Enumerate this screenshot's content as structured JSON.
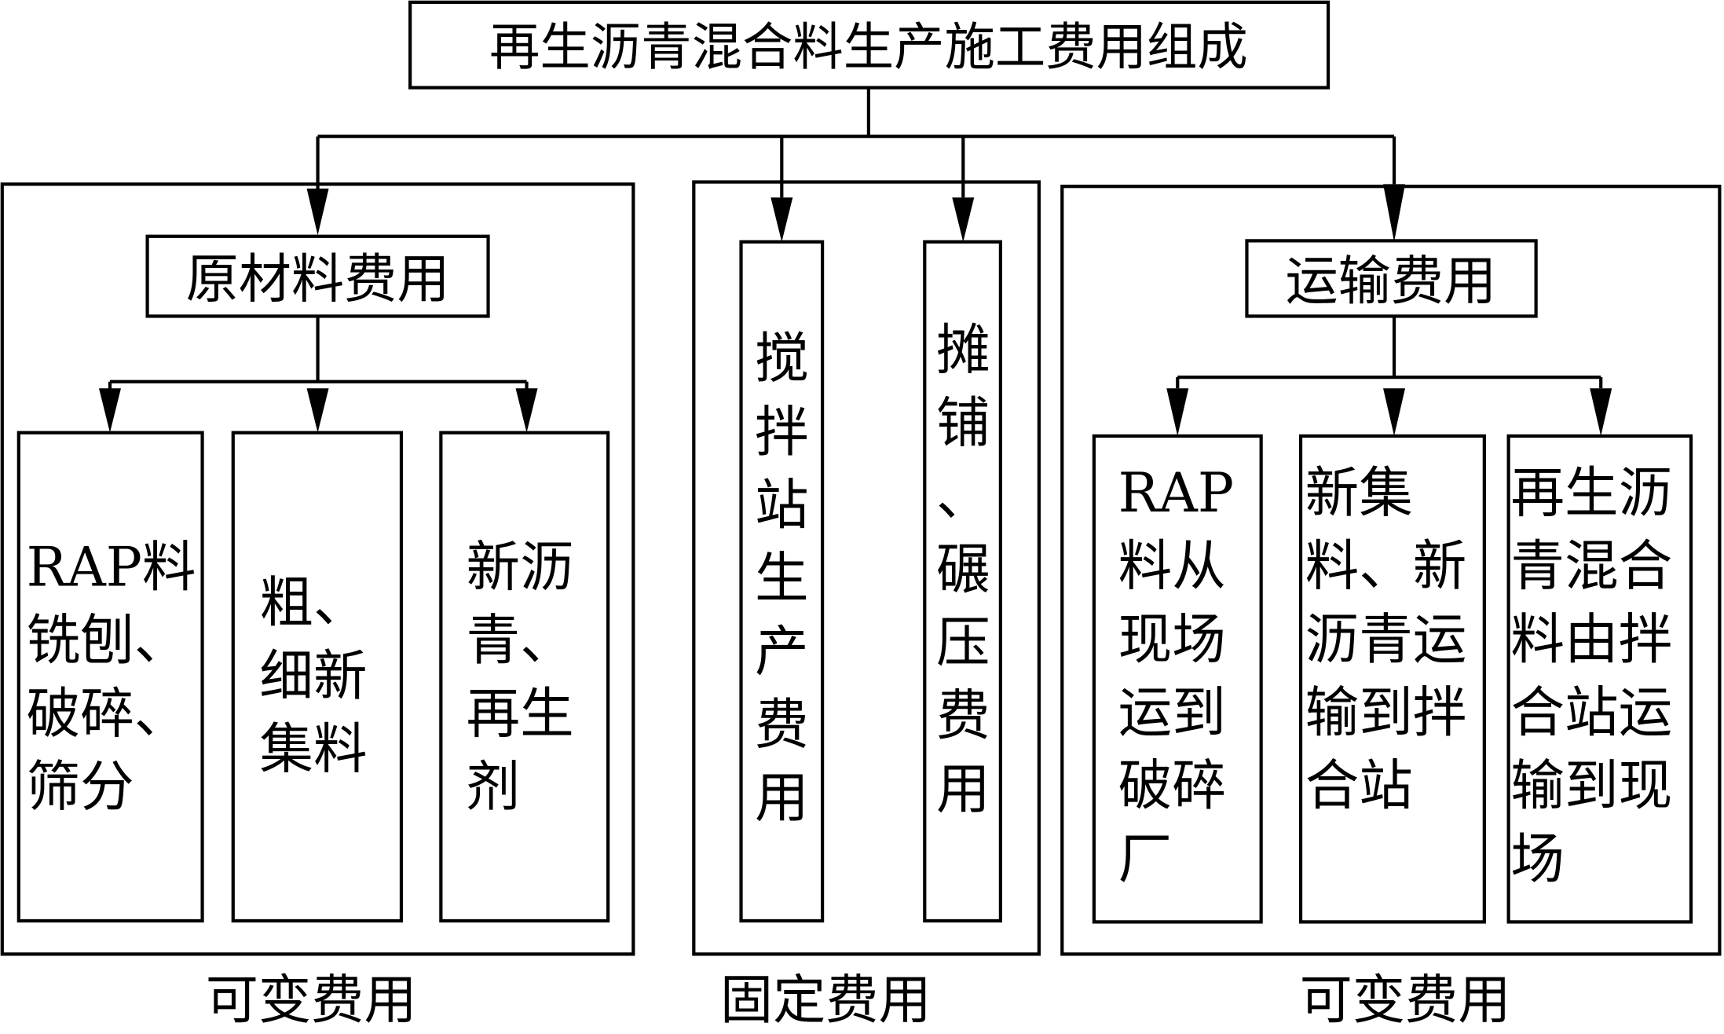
{
  "diagram": {
    "root": "再生沥青混合料生产施工费用组成",
    "groups": [
      {
        "caption": "可变费用",
        "header": "原材料费用",
        "leaves": [
          {
            "lines": [
              "RAP料",
              "铣刨、",
              "破碎、",
              "筛分"
            ]
          },
          {
            "lines": [
              "粗、",
              "细新",
              "集料"
            ]
          },
          {
            "lines": [
              "新沥",
              "青、",
              "再生",
              "剂"
            ]
          }
        ]
      },
      {
        "caption": "固定费用",
        "leaves": [
          {
            "lines": [
              "搅",
              "拌",
              "站",
              "生",
              "产",
              "费",
              "用"
            ]
          },
          {
            "lines": [
              "摊",
              "铺",
              "、",
              "碾",
              "压",
              "费",
              "用"
            ]
          }
        ]
      },
      {
        "caption": "可变费用",
        "header": "运输费用",
        "leaves": [
          {
            "lines": [
              "RAP",
              "料从",
              "现场",
              "运到",
              "破碎",
              "厂"
            ]
          },
          {
            "lines": [
              "新集",
              "料、新",
              "沥青运",
              "输到拌",
              "合站"
            ]
          },
          {
            "lines": [
              "再生沥",
              "青混合",
              "料由拌",
              "合站运",
              "输到现",
              "场"
            ]
          }
        ]
      }
    ]
  }
}
